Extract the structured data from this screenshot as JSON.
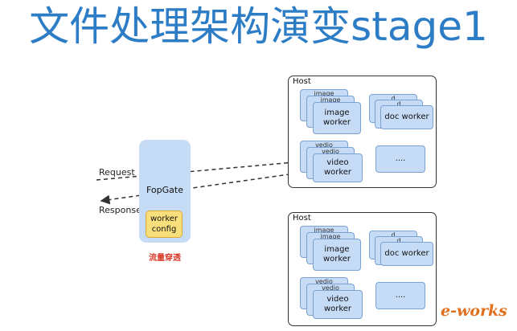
{
  "title": "文件处理架构演变stage1",
  "request_label": "Request",
  "response_label": "Response",
  "fopgate": {
    "label": "FopGate",
    "worker_config": "worker config",
    "note": "流量穿透"
  },
  "hosts": [
    {
      "label": "Host",
      "image_back": "image",
      "image_worker": "image worker",
      "doc_back": "d",
      "doc_worker": "doc worker",
      "video_back": "vedio",
      "video_worker": "video worker",
      "more": "...."
    },
    {
      "label": "Host",
      "image_back": "image",
      "image_worker": "image worker",
      "doc_back": "d",
      "doc_worker": "doc worker",
      "video_back": "vedio",
      "video_worker": "video worker",
      "more": "...."
    }
  ],
  "watermark": "e-works"
}
